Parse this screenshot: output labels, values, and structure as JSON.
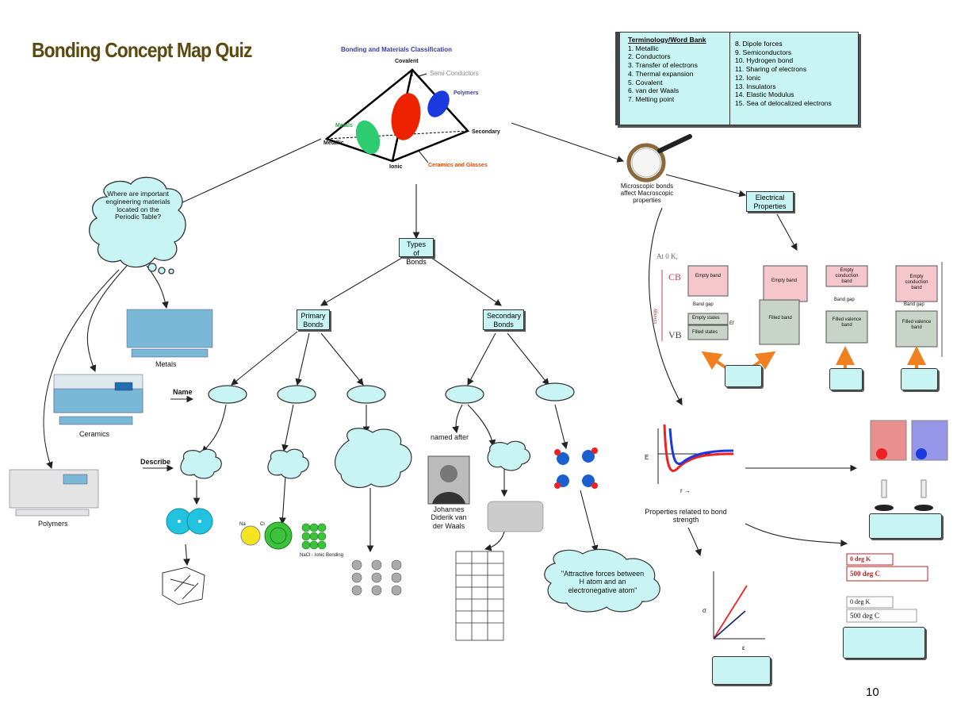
{
  "title": "Bonding Concept Map Quiz",
  "page_number": "10",
  "pyramid": {
    "heading": "Bonding and Materials Classification",
    "covalent": "Covalent",
    "semiconductors": "Semi-Conductors",
    "polymers": "Polymers",
    "metals": "Metals",
    "metallic": "Metallic",
    "secondary": "Secondary",
    "ionic": "Ionic",
    "ceramics": "Ceramics and Glasses"
  },
  "word_bank": {
    "heading": "Terminology/Word Bank",
    "col1": [
      "1. Metallic",
      "2. Conductors",
      "3. Transfer of electrons",
      "4. Thermal expansion",
      "5. Covalent",
      "6. van der Waals",
      "7. Melting point"
    ],
    "col2": [
      "8. Dipole forces",
      "9. Semiconductors",
      "10. Hydrogen bond",
      "11. Sharing of electrons",
      "12. Ionic",
      "13. Insulators",
      "14. Elastic Modulus",
      "15. Sea of delocalized electrons"
    ]
  },
  "cloud_question": "Where are important engineering materials located on the Periodic Table?",
  "periodic": {
    "metals": "Metals",
    "ceramics": "Ceramics",
    "polymers": "Polymers"
  },
  "nodes": {
    "types_of_bonds": "Types of Bonds",
    "primary_bonds": "Primary Bonds",
    "secondary_bonds": "Secondary Bonds",
    "electrical_properties": "Electrical Properties"
  },
  "labels": {
    "name": "Name",
    "describe": "Describe",
    "named_after": "named after",
    "vdw_person": "Johannes Diderik van der Waals",
    "h_bond_quote": "\"Attractive forces between H atom and an electronegative atom\"",
    "micro_macro": "Microscopic bonds affect Macroscopic properties",
    "bond_strength": "Properties related to bond strength",
    "temp_0k_a": "0 deg K",
    "temp_500c_a": "500 deg C",
    "temp_0k_b": "0 deg K",
    "temp_500c_b": "500 deg C"
  },
  "band": {
    "at0k": "At 0 K,",
    "cb": "CB",
    "vb": "VB",
    "energy": "Energy",
    "empty_band": "Empty band",
    "band_gap": "Band gap",
    "empty_states": "Empty states",
    "filled_states": "Filled states",
    "filled_band": "Filled band",
    "empty_conduction": "Empty conduction band",
    "filled_valence": "Filled valence band",
    "ef": "Ef"
  },
  "graphs": {
    "e_axis": "E",
    "r_axis": "r →",
    "sigma": "σ",
    "epsilon": "ε"
  },
  "ionic_labels": {
    "na": "Na",
    "cl": "Cl",
    "caption": "NaCl - Ionic Bonding"
  }
}
